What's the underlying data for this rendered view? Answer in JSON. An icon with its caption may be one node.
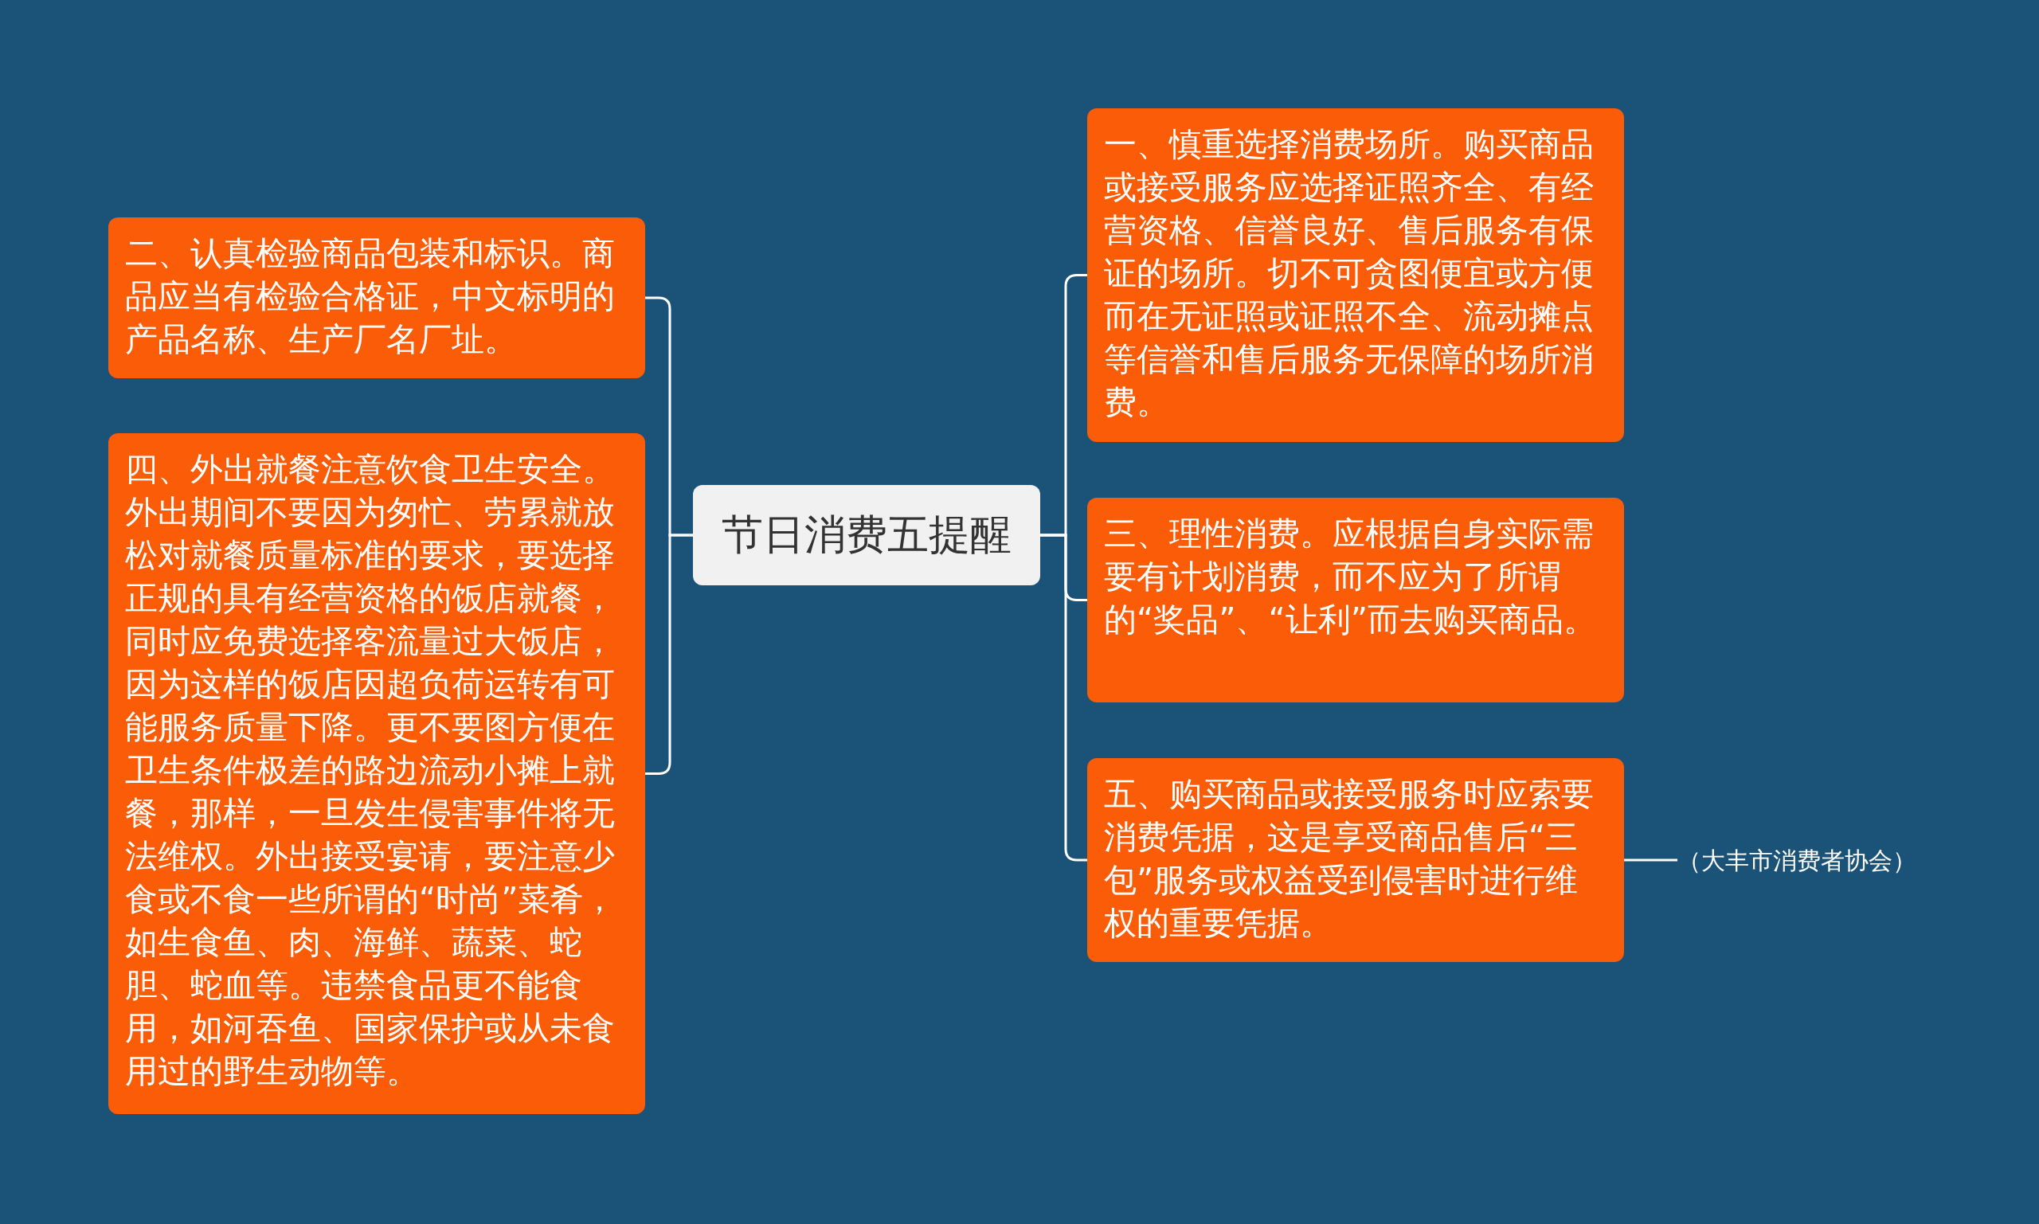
{
  "diagram": {
    "nodes": [
      {
        "text": [
          "节日消费五提醒"
        ]
      },
      {
        "text": [
          "一、慎重选择消费场所。购买商品或接受服务应选择证照齐全、有经营资格、信誉良好、售后服务有保证的场所。切不可贪图便宜或方便而在无证照或证照不全、流动摊点等信誉和售后服务无保障的场所消费。"
        ]
      },
      {
        "text": [
          "二、认真检验商品包装和标识。商品应当有检验合格证，中文标明的产品名称、生产厂名厂址。"
        ]
      },
      {
        "text": [
          "三、理性消费。应根据自身实际需要有计划消费，而不应为了所谓的“奖品”、“让利”而去购买商品。"
        ]
      },
      {
        "text": [
          "四、外出就餐注意饮食卫生安全。外出期间不要因为匆忙、劳累就放松对就餐质量标准的要求，要选择正规的具有经营资格的饭店就餐，同时应免费选择客流量过大饭店，因为这样的饭店因超负荷运转有可能服务质量下降。更不要图方便在卫生条件极差的路边流动小摊上就餐，那样，一旦发生侵害事件将无法维权。外出接受宴请，要注意少食或不食一些所谓的“时尚”菜肴，如生食鱼、肉、海鲜、蔬菜、蛇胆、蛇血等。违禁食品更不能食用，如河吞鱼、国家保护或从未食用过的野生动物等。"
        ]
      },
      {
        "text": [
          "五、购买商品或接受服务时应索要消费凭据，这是享受商品售后“三包”服务或权益受到侵害时进行维权的重要凭据。"
        ]
      },
      {
        "text": [
          "（大丰市消费者协会）"
        ]
      }
    ],
    "edges": [
      {
        "from": 0,
        "to": 1,
        "arrow": "none"
      },
      {
        "from": 0,
        "to": 2,
        "arrow": "none"
      },
      {
        "from": 0,
        "to": 3,
        "arrow": "none"
      },
      {
        "from": 0,
        "to": 4,
        "arrow": "none"
      },
      {
        "from": 0,
        "to": 5,
        "arrow": "none"
      },
      {
        "from": 5,
        "to": 6,
        "arrow": "none"
      }
    ]
  }
}
